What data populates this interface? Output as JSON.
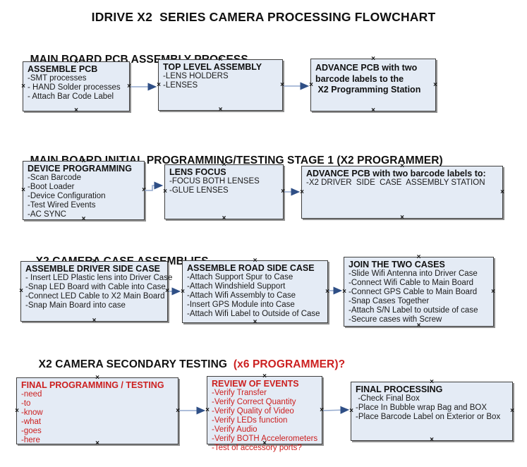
{
  "title": "IDRIVE X2  SERIES CAMERA PROCESSING FLOWCHART",
  "colors": {
    "red_text": "#cc2020",
    "box_fill": "#e4ebf5",
    "box_border": "#3f3f3f",
    "arrow_line": "#94a9cd",
    "arrow_head": "#2f4f86"
  },
  "icons": {
    "connection_point": "×"
  },
  "sections": [
    {
      "heading": "MAIN BOARD PCB ASSEMBLY PROCESS",
      "boxes": [
        {
          "title": "ASSEMBLE PCB",
          "lines": [
            "-SMT processes",
            "- HAND Solder processes",
            "- Attach Bar Code Label"
          ]
        },
        {
          "title": "TOP LEVEL ASSEMBLY",
          "lines": [
            "-LENS HOLDERS",
            "-LENSES"
          ]
        },
        {
          "lines": [
            "ADVANCE PCB with two",
            "barcode labels to the",
            " X2 Programming Station"
          ]
        }
      ]
    },
    {
      "heading": "MAIN BOARD INITIAL PROGRAMMING/TESTING STAGE 1 (X2 PROGRAMMER)",
      "boxes": [
        {
          "title": "DEVICE PROGRAMMING",
          "lines": [
            "-Scan Barcode",
            "-Boot Loader",
            "-Device Configuration",
            "-Test Wired Events",
            "-AC SYNC"
          ]
        },
        {
          "title": "LENS FOCUS",
          "lines": [
            "-FOCUS BOTH LENSES",
            "-GLUE LENSES"
          ]
        },
        {
          "title": "ADVANCE PCB with two barcode labels to:",
          "lines": [
            "-X2 DRIVER  SIDE  CASE  ASSEMBLY STATION"
          ]
        }
      ]
    },
    {
      "heading": "X2 CAMERA CASE ASSEMBLIES",
      "boxes": [
        {
          "title": "ASSEMBLE DRIVER SIDE CASE",
          "lines": [
            "- Insert LED Plastic lens into Driver Case",
            "-Snap LED Board with Cable into Case",
            "-Connect LED Cable to X2 Main Board",
            "-Snap Main Board into case"
          ]
        },
        {
          "title": "ASSEMBLE ROAD SIDE CASE",
          "lines": [
            "-Attach Support Spur to Case",
            "-Attach Windshield Support",
            "-Attach Wifi Assembly to Case",
            "-Insert GPS Module into Case",
            "-Attach Wifi Label to Outside of Case"
          ]
        },
        {
          "title": "JOIN THE TWO CASES",
          "lines": [
            "-Slide Wifi Antenna into Driver Case",
            "-Connect Wifi Cable to Main Board",
            "-Connect GPS Cable to Main Board",
            "-Snap Cases Together",
            "-Attach S/N Label to outside of case",
            "-Secure cases with Screw"
          ]
        }
      ]
    },
    {
      "heading": "X2 CAMERA SECONDARY TESTING  ",
      "heading_red": "(x6 PROGRAMMER)?",
      "boxes": [
        {
          "title": "FINAL PROGRAMMING / TESTING",
          "lines": [
            "-need",
            "-to",
            "-know",
            "-what",
            "-goes",
            "-here"
          ]
        },
        {
          "title": "REVIEW OF EVENTS",
          "lines": [
            "-Verify Transfer",
            "-Verify Correct Quantity",
            "-Verify Quality of Video",
            "-Verify LEDs function",
            "-Verify Audio",
            "-Verify BOTH Accelerometers",
            "-Test of accessory ports?"
          ]
        },
        {
          "title": "FINAL PROCESSING",
          "lines": [
            " -Check Final Box",
            "-Place In Bubble wrap Bag and BOX",
            "-Place Barcode Label on Exterior or Box"
          ]
        }
      ]
    }
  ]
}
